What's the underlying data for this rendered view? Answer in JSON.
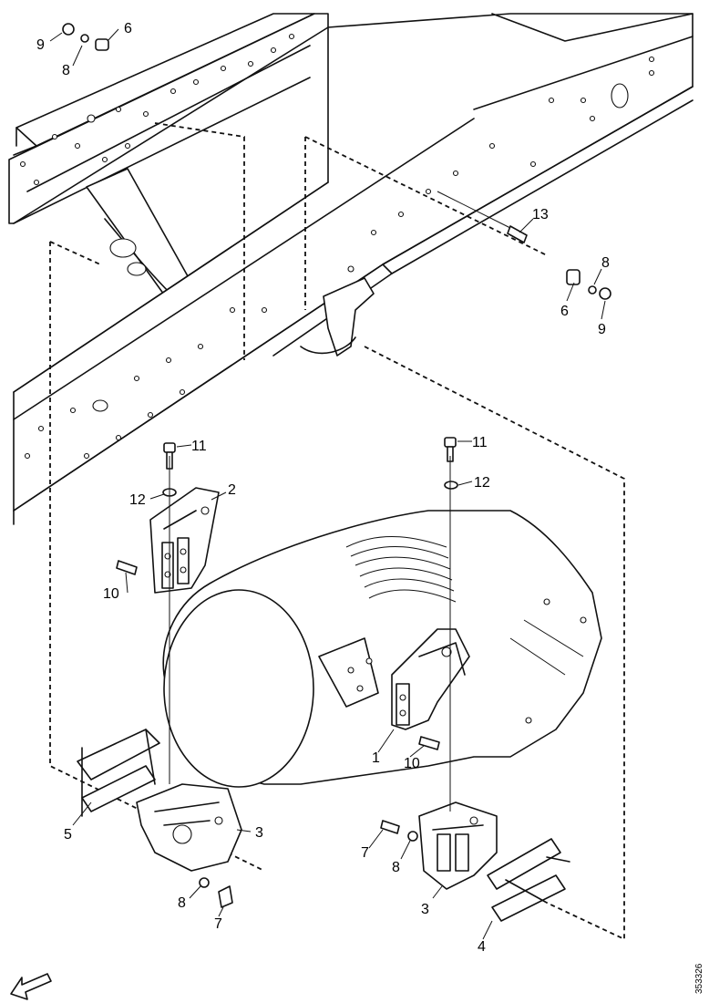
{
  "diagram": {
    "callouts": {
      "c1": "1",
      "c2": "2",
      "c3a": "3",
      "c3b": "3",
      "c4": "4",
      "c5": "5",
      "c6a": "6",
      "c6b": "6",
      "c7a": "7",
      "c7b": "7",
      "c8a": "8",
      "c8b": "8",
      "c8c": "8",
      "c8d": "8",
      "c9a": "9",
      "c9b": "9",
      "c10a": "10",
      "c10b": "10",
      "c11a": "11",
      "c11b": "11",
      "c12a": "12",
      "c12b": "12",
      "c13": "13"
    },
    "document_id": "353326"
  }
}
